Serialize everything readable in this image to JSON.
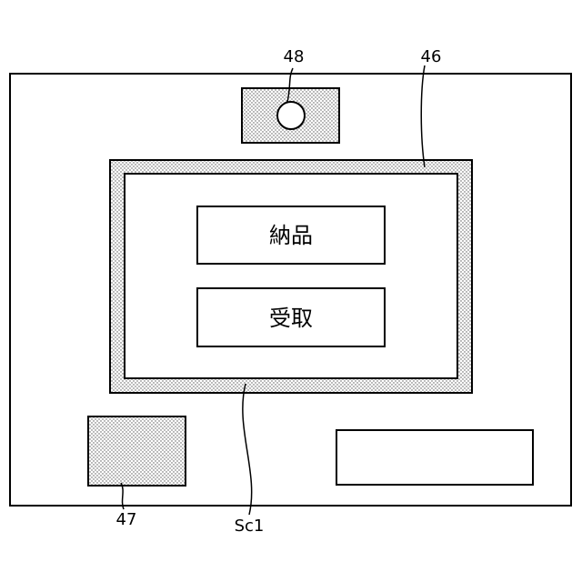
{
  "refs": {
    "camera": "48",
    "display": "46",
    "reader": "47",
    "screen": "Sc1"
  },
  "buttons": {
    "delivery": "納品",
    "receipt": "受取"
  }
}
